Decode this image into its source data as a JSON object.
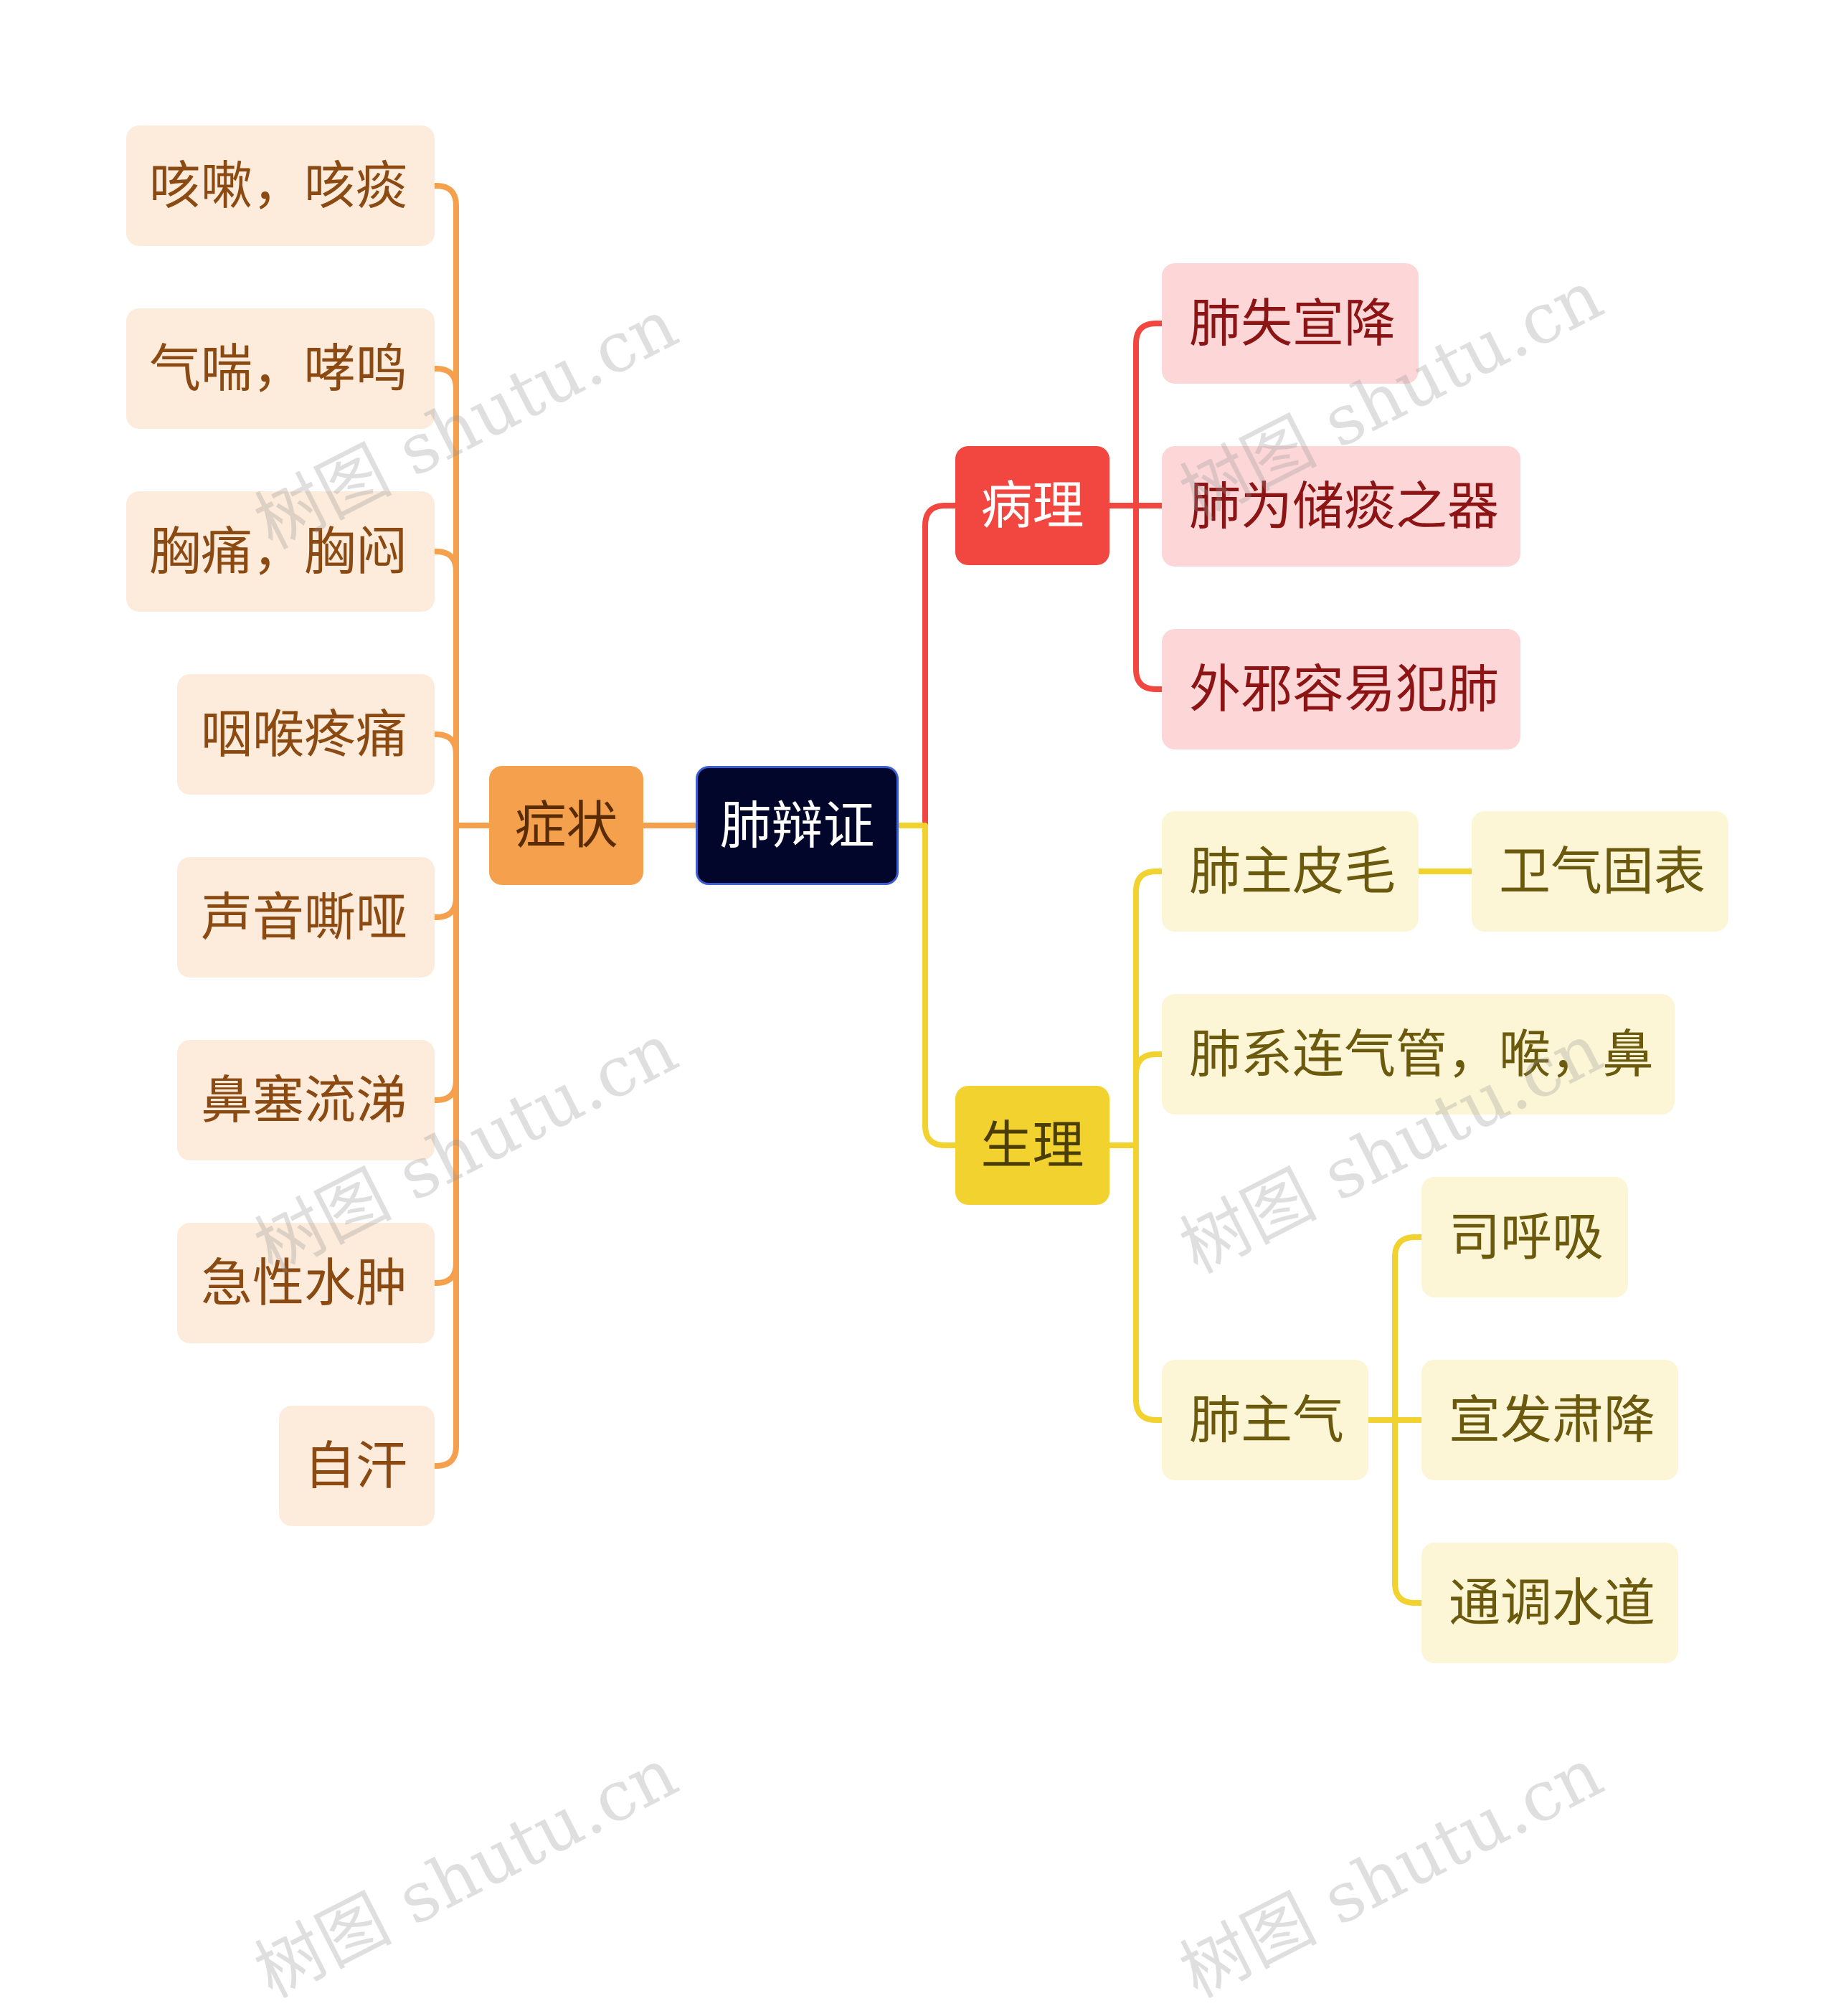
{
  "root": {
    "label": "肺辩证"
  },
  "branches": {
    "symptoms": {
      "label": "症状",
      "color": "#f4a04c",
      "items": [
        "咳嗽，咳痰",
        "气喘，哮鸣",
        "胸痛，胸闷",
        "咽喉疼痛",
        "声音嘶哑",
        "鼻塞流涕",
        "急性水肿",
        "自汗"
      ]
    },
    "pathology": {
      "label": "病理",
      "color": "#f24740",
      "items": [
        "肺失宣降",
        "肺为储痰之器",
        "外邪容易犯肺"
      ]
    },
    "physiology": {
      "label": "生理",
      "color": "#f2d22e",
      "items": [
        {
          "label": "肺主皮毛",
          "children": [
            "卫气固表"
          ]
        },
        {
          "label": "肺系连气管，喉，鼻",
          "children": []
        },
        {
          "label": "肺主气",
          "children": [
            "司呼吸",
            "宣发肃降",
            "通调水道"
          ]
        }
      ]
    }
  },
  "watermark": "树图 shutu.cn"
}
